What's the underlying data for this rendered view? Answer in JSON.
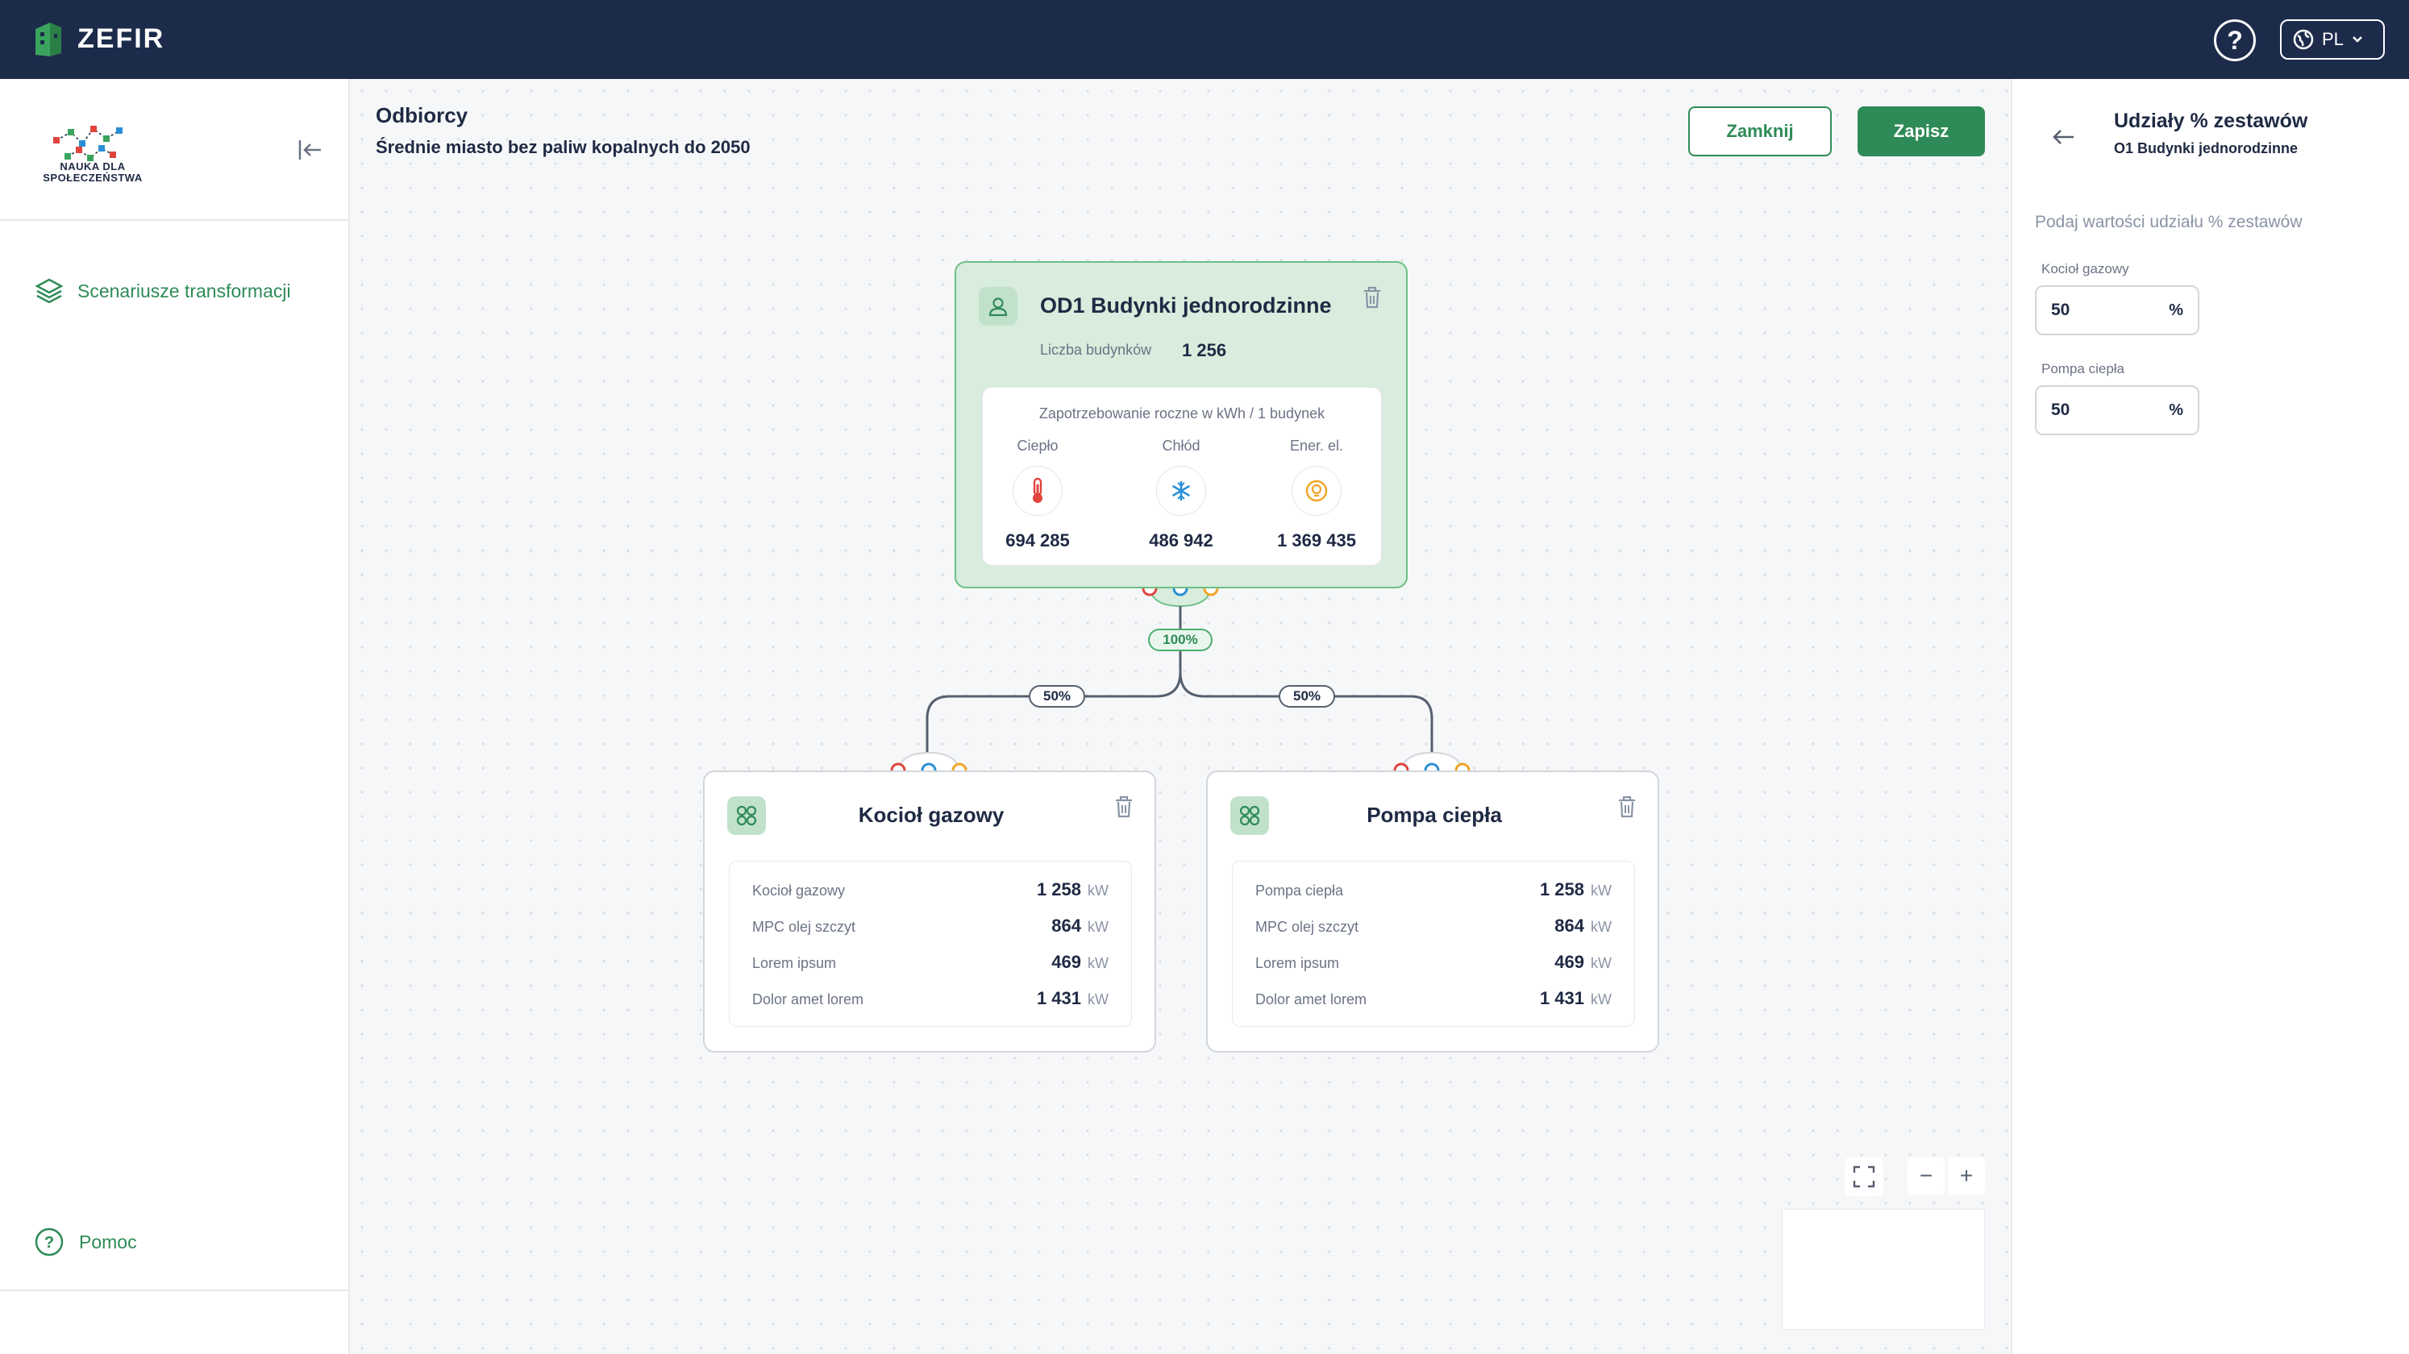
{
  "app": {
    "name": "ZEFIR",
    "language": "PL"
  },
  "sidebar": {
    "brand_caption": "NAUKA DLA SPOŁECZEŃSTWA",
    "items": [
      {
        "label": "Scenariusze transformacji",
        "icon": "layers-icon"
      }
    ],
    "help_label": "Pomoc"
  },
  "header": {
    "title": "Odbiorcy",
    "subtitle": "Średnie miasto bez paliw kopalnych do 2050",
    "close_label": "Zamknij",
    "save_label": "Zapisz"
  },
  "main_node": {
    "title": "OD1 Budynki jednorodzinne",
    "buildings_label": "Liczba budynków",
    "buildings_value": "1 256",
    "demand_caption": "Zapotrzebowanie roczne w kWh / 1 budynek",
    "demand": [
      {
        "label": "Ciepło",
        "value": "694 285",
        "icon": "thermometer-icon",
        "color": "#e0453d"
      },
      {
        "label": "Chłód",
        "value": "486 942",
        "icon": "snowflake-icon",
        "color": "#2b8fd6"
      },
      {
        "label": "Ener. el.",
        "value": "1 369 435",
        "icon": "bulb-icon",
        "color": "#f0a526"
      }
    ],
    "share_badge": "100%"
  },
  "child_nodes": [
    {
      "title": "Kocioł gazowy",
      "share_badge": "50%",
      "rows": [
        {
          "label": "Kocioł gazowy",
          "value": "1 258",
          "unit": "kW"
        },
        {
          "label": "MPC olej szczyt",
          "value": "864",
          "unit": "kW"
        },
        {
          "label": "Lorem ipsum",
          "value": "469",
          "unit": "kW"
        },
        {
          "label": "Dolor amet lorem",
          "value": "1 431",
          "unit": "kW"
        }
      ]
    },
    {
      "title": "Pompa ciepła",
      "share_badge": "50%",
      "rows": [
        {
          "label": "Pompa ciepła",
          "value": "1 258",
          "unit": "kW"
        },
        {
          "label": "MPC olej szczyt",
          "value": "864",
          "unit": "kW"
        },
        {
          "label": "Lorem ipsum",
          "value": "469",
          "unit": "kW"
        },
        {
          "label": "Dolor amet lorem",
          "value": "1 431",
          "unit": "kW"
        }
      ]
    }
  ],
  "zoom": {
    "out_label": "−",
    "in_label": "+"
  },
  "right_panel": {
    "title": "Udziały % zestawów",
    "subtitle": "O1 Budynki jednorodzinne",
    "hint": "Podaj wartości udziału % zestawów",
    "fields": [
      {
        "label": "Kocioł gazowy",
        "value": "50",
        "unit": "%"
      },
      {
        "label": "Pompa ciepła",
        "value": "50",
        "unit": "%"
      }
    ]
  },
  "colors": {
    "primary": "#2e8b57",
    "navbar": "#1d2b4b",
    "node_bg": "#d8eddd",
    "heat": "#e0453d",
    "cold": "#2b8fd6",
    "power": "#f0a526"
  }
}
